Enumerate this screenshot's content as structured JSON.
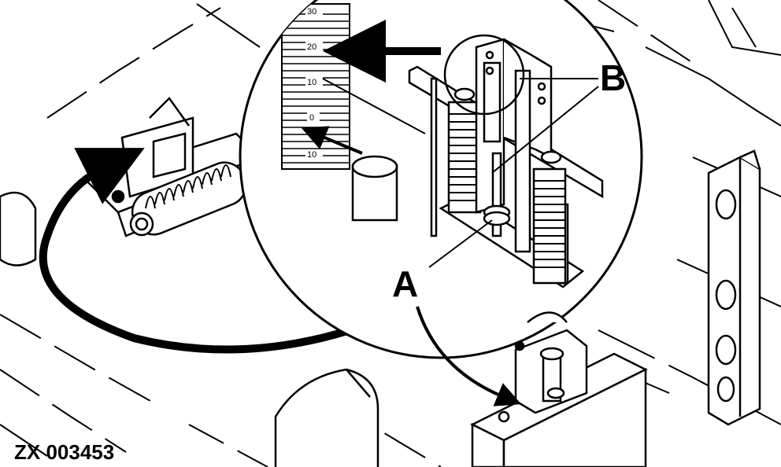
{
  "callouts": {
    "a": "A",
    "b": "B"
  },
  "scale": {
    "ticks": [
      "30",
      "20",
      "10",
      "0",
      "10"
    ]
  },
  "figure_ref": "ZX 003453",
  "colors": {
    "ink": "#000000",
    "paper": "#ffffff"
  }
}
